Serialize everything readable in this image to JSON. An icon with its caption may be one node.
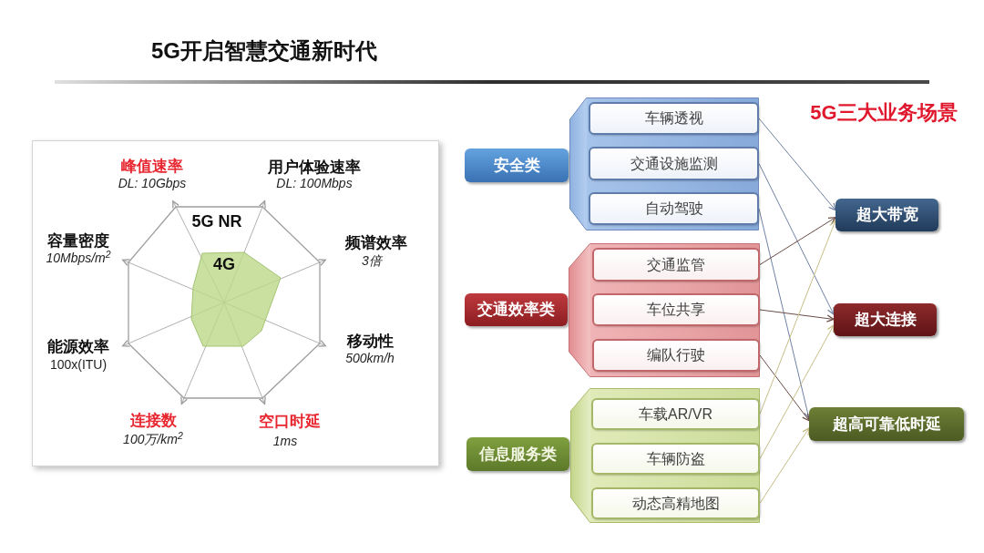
{
  "diagram": {
    "title": "5G开启智慧交通新时代",
    "nodes": [
      {
        "text": [
          "5G NR"
        ]
      },
      {
        "text": [
          "4G"
        ],
        "in": 0
      },
      {
        "text": [
          "安全类"
        ]
      },
      {
        "text": [],
        "shape": "box"
      },
      {
        "text": [
          "车辆透视"
        ],
        "in": 3
      },
      {
        "text": [
          "交通设施监测"
        ],
        "in": 3
      },
      {
        "text": [
          "自动驾驶"
        ],
        "in": 3
      },
      {
        "text": [
          "交通效率类"
        ]
      },
      {
        "text": [],
        "shape": "box"
      },
      {
        "text": [
          "交通监管"
        ],
        "in": 8
      },
      {
        "text": [
          "车位共享"
        ],
        "in": 8
      },
      {
        "text": [
          "编队行驶"
        ],
        "in": 8
      },
      {
        "text": [
          "信息服务类"
        ]
      },
      {
        "text": [],
        "shape": "box"
      },
      {
        "text": [
          "车载AR/VR"
        ],
        "in": 13
      },
      {
        "text": [
          "车辆防盗"
        ],
        "in": 13
      },
      {
        "text": [
          "动态高精地图"
        ],
        "in": 13
      },
      {
        "text": [
          "超大带宽"
        ]
      },
      {
        "text": [
          "超大连接"
        ]
      },
      {
        "text": [
          "超高可靠低时延"
        ]
      }
    ],
    "edges": [
      {
        "from": 4,
        "to": 17,
        "arrow": "to",
        "color": "#6f80a3"
      },
      {
        "from": 5,
        "to": 18,
        "arrow": "to",
        "color": "#6f80a3"
      },
      {
        "from": 6,
        "to": 19,
        "arrow": "to",
        "color": "#6f80a3"
      },
      {
        "from": 9,
        "to": 17,
        "arrow": "to",
        "color": "#6b4c46"
      },
      {
        "from": 10,
        "to": 18,
        "arrow": "to",
        "color": "#6b4c46"
      },
      {
        "from": 11,
        "to": 19,
        "arrow": "to",
        "color": "#6b4c46"
      },
      {
        "from": 14,
        "to": 17,
        "arrow": "to",
        "color": "#c6bd86"
      },
      {
        "from": 15,
        "to": 18,
        "arrow": "to",
        "color": "#c6bd86"
      },
      {
        "from": 16,
        "to": 19,
        "arrow": "to",
        "color": "#c6bd86"
      }
    ],
    "labels": [
      "5G三大业务场景",
      "峰值速率",
      "DL: 10Gbps",
      "用户体验速率",
      "DL: 100Mbps",
      "容量密度",
      "10Mbps/m$^{2}$",
      "频谱效率",
      "3倍",
      "能源效率",
      "100x(ITU)",
      "移动性",
      "500km/h",
      "连接数",
      "100万/km$^{2}$",
      "空口时延",
      "1ms"
    ]
  }
}
